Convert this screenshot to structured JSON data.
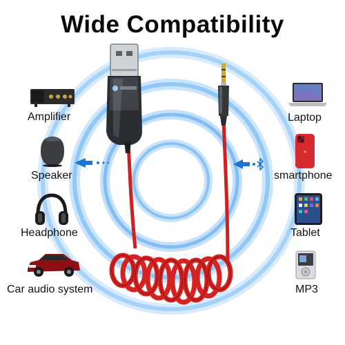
{
  "title": "Wide Compatibility",
  "left_devices": [
    {
      "label": "Amplifier",
      "icon": "amplifier-icon"
    },
    {
      "label": "Speaker",
      "icon": "speaker-icon"
    },
    {
      "label": "Headphone",
      "icon": "headphone-icon"
    },
    {
      "label": "Car audio system",
      "icon": "car-icon"
    }
  ],
  "right_devices": [
    {
      "label": "Laptop",
      "icon": "laptop-icon"
    },
    {
      "label": "smartphone",
      "icon": "smartphone-icon"
    },
    {
      "label": "Tablet",
      "icon": "tablet-icon"
    },
    {
      "label": "MP3",
      "icon": "mp3-player-icon"
    }
  ],
  "colors": {
    "ring_blue": "#1e88e5",
    "cable_red": "#d7201f",
    "arrow_blue": "#1976d2"
  }
}
